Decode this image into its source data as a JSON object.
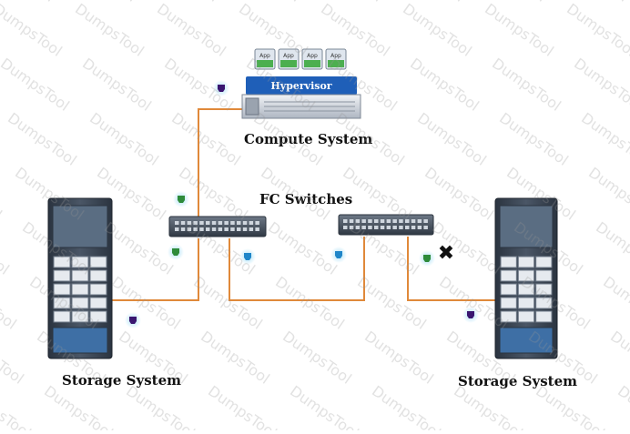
{
  "diagram": {
    "compute_label": "Compute System",
    "hypervisor_label": "Hypervisor",
    "app_labels": [
      "App",
      "App",
      "App",
      "App"
    ],
    "switches_label": "FC Switches",
    "storage_left_label": "Storage System",
    "storage_right_label": "Storage System",
    "failure_mark": "✖",
    "watermark_text": "DumpsTool"
  },
  "colors": {
    "cable": "#e0893a",
    "hypervisor_band": "#1f5fb8",
    "app_green": "#4caf50",
    "port_green": "#2e8b3a",
    "port_blue": "#1f86c9",
    "port_purple": "#3a1670",
    "failure": "#111111"
  }
}
